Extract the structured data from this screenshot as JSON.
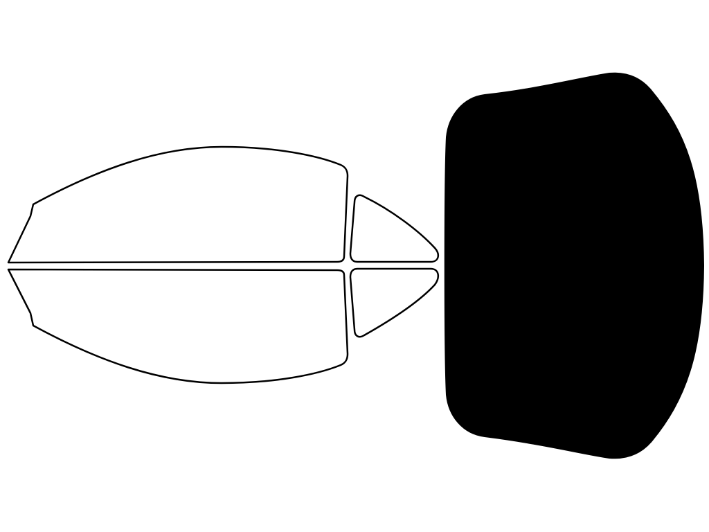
{
  "diagram": {
    "colors": {
      "background": "#ffffff",
      "outline": "#000000",
      "outline_fill": "#ffffff",
      "shaded": "#000000"
    },
    "panels": [
      {
        "name": "front-door-window-top",
        "style": "outline"
      },
      {
        "name": "front-door-window-bottom",
        "style": "outline"
      },
      {
        "name": "quarter-window-top",
        "style": "outline"
      },
      {
        "name": "quarter-window-bottom",
        "style": "outline"
      },
      {
        "name": "rear-windshield",
        "style": "shaded"
      }
    ]
  }
}
